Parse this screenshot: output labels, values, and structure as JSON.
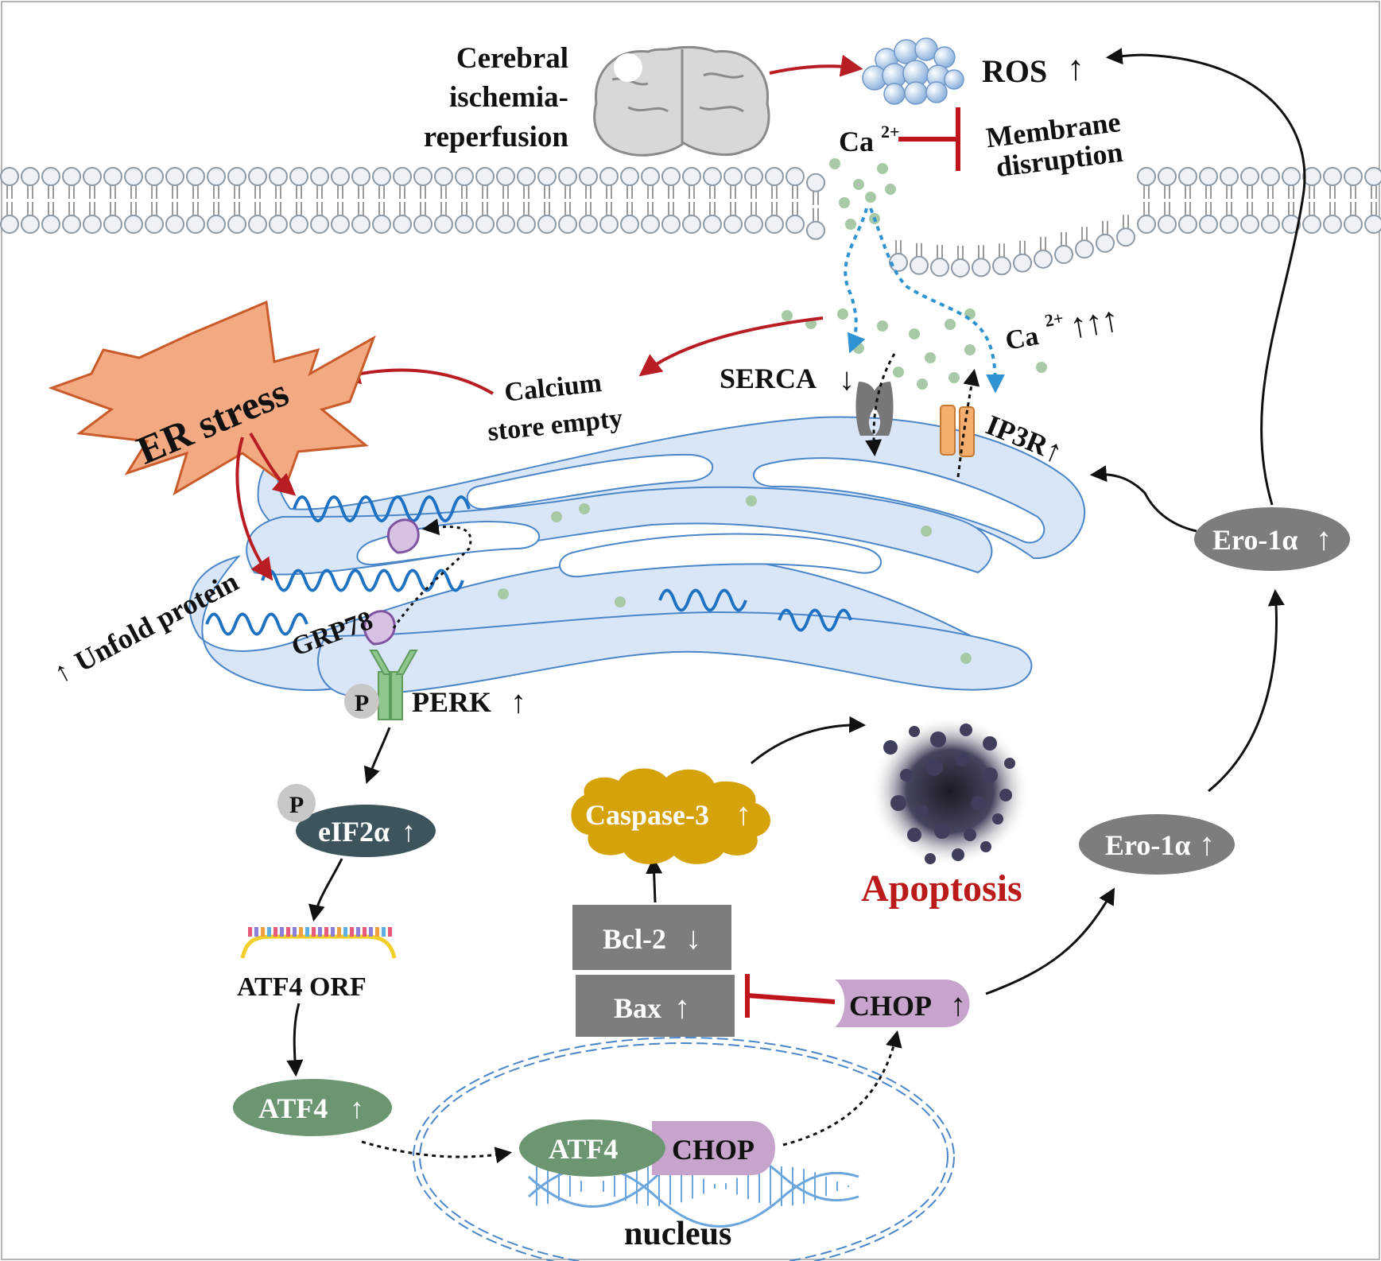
{
  "labels": {
    "trigger_line1": "Cerebral",
    "trigger_line2": "ischemia-",
    "trigger_line3": "reperfusion",
    "ros": "ROS",
    "ca_top": "Ca",
    "ca_top_sup": "2+",
    "membrane_line1": "Membrane",
    "membrane_line2": "disruption",
    "ca_high": "Ca",
    "ca_high_sup": "2+",
    "serca": "SERCA",
    "ip3r": "IP3R",
    "calcium_line1": "Calcium",
    "calcium_line2": "store empty",
    "er_stress": "ER stress",
    "unfold_protein": "Unfold protein",
    "grp78": "GRP78",
    "perk": "PERK",
    "phospho": "P",
    "eif2a": "eIF2α",
    "atf4_orf": "ATF4 ORF",
    "atf4": "ATF4",
    "atf4_nuc": "ATF4",
    "chop_nuc": "CHOP",
    "nucleus": "nucleus",
    "chop": "CHOP",
    "bcl2": "Bcl-2",
    "bax": "Bax",
    "caspase3": "Caspase-3",
    "apoptosis": "Apoptosis",
    "ero1_lower": "Ero-1α",
    "ero1_upper": "Ero-1α",
    "up": "↑",
    "down": "↓"
  },
  "colors": {
    "er_fill": "#d9e6f7",
    "er_stroke": "#4a86c8",
    "er_stress_fill": "#f3a981",
    "inhibit_red": "#c0141c",
    "activate_red": "#b81d23",
    "calcium_dot": "#a8c9a6",
    "grey_box": "#7d7d7d",
    "dark_slate": "#3d545c",
    "atf4_green": "#6c9672",
    "chop_purple": "#c6a4cb",
    "caspase_gold": "#d6a20a",
    "apoptosis_red": "#bb1a1a",
    "perk_green": "#8ec68e",
    "ip3r_orange": "#f4ad6c",
    "dashed_blue": "#2e93d0"
  }
}
